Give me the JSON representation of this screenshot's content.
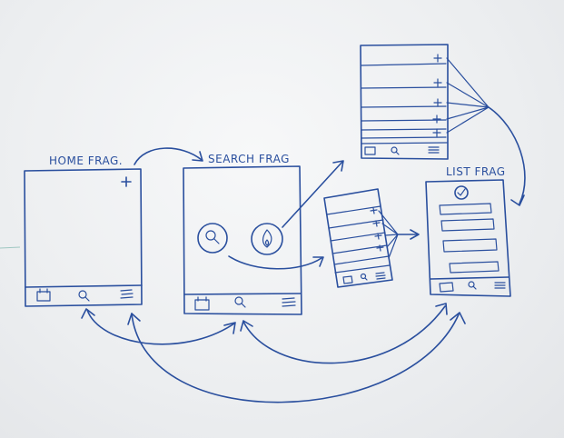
{
  "labels": {
    "home": "HOME FRAG.",
    "search": "SEARCH FRAG",
    "list": "LIST FRAG"
  },
  "screens": {
    "home": {
      "icons": [
        "plus-icon",
        "calendar-icon",
        "search-icon",
        "menu-icon"
      ]
    },
    "search": {
      "icons": [
        "search-circle-icon",
        "flame-circle-icon",
        "calendar-icon",
        "search-icon",
        "menu-icon"
      ]
    },
    "list": {
      "icons": [
        "check-circle-icon",
        "calendar-icon",
        "search-icon",
        "menu-icon"
      ]
    },
    "upper_list": {
      "rows": 6,
      "icons": [
        "plus-icon",
        "calendar-icon",
        "search-icon",
        "menu-icon"
      ]
    },
    "middle_list": {
      "rows": 6,
      "icons": [
        "plus-icon",
        "calendar-icon",
        "search-icon",
        "menu-icon"
      ]
    }
  },
  "colors": {
    "ink": "#2a4f9e",
    "board": "#eeeff1"
  }
}
